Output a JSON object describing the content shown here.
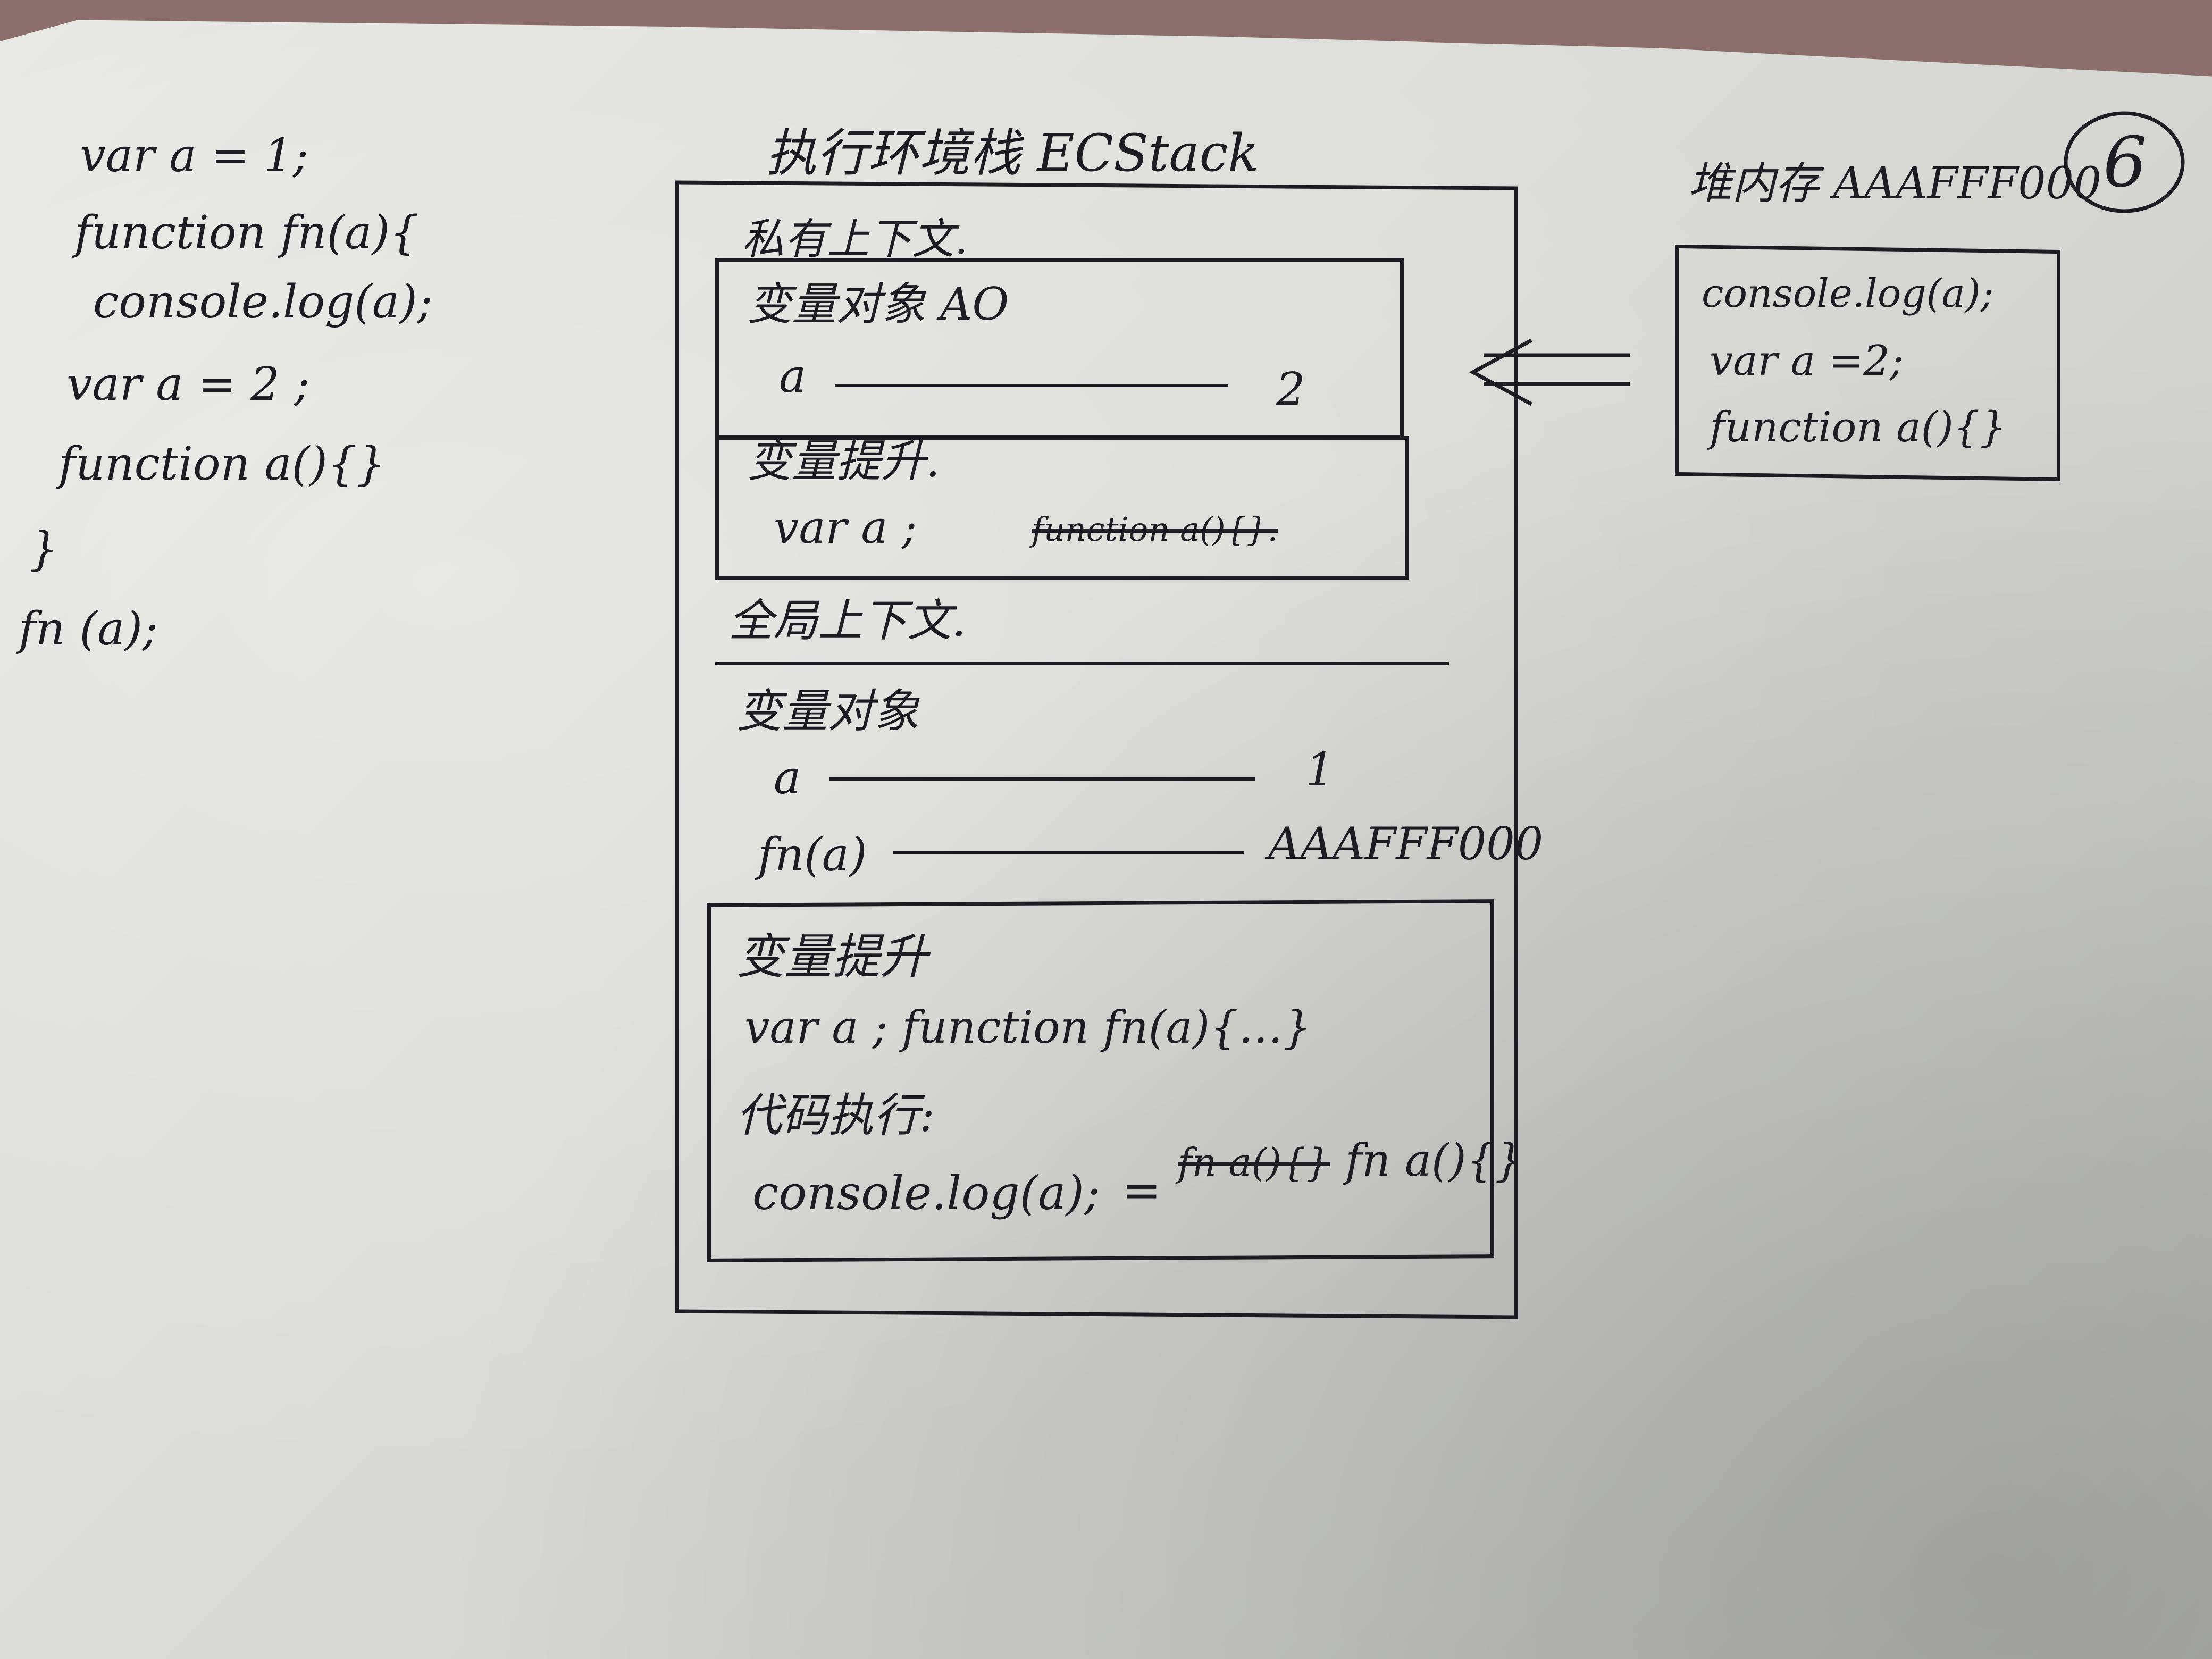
{
  "code": {
    "lines": [
      "var a = 1;",
      "function fn(a){",
      "console.log(a);",
      "var a = 2 ;",
      "function a(){}",
      "}",
      "fn (a);"
    ]
  },
  "page_number": "6",
  "ecstack": {
    "title": "执行环境栈 ECStack",
    "private_context": {
      "label": "私有上下文.",
      "variable_object": {
        "label": "变量对象 AO",
        "entries": [
          {
            "name": "a",
            "value": "2"
          }
        ]
      },
      "hoisting": {
        "label": "变量提升.",
        "var_decl": "var a ;",
        "struck_text": "function a(){}."
      }
    },
    "global_context": {
      "label": "全局上下文.",
      "variable_object": {
        "label": "变量对象",
        "entries": [
          {
            "name": "a",
            "value": "1"
          },
          {
            "name": "fn(a)",
            "value": "AAAFFF000"
          }
        ]
      },
      "hoisting": {
        "label": "变量提升",
        "line": "var a ; function fn(a){…}"
      },
      "execution": {
        "label": "代码执行:",
        "code": "console.log(a);",
        "arrow": "=",
        "struck_text": "fn a(){}",
        "result": "fn a(){}"
      }
    }
  },
  "heap": {
    "title": "堆内存 AAAFFF000",
    "lines": [
      "console.log(a);",
      "var a =2;",
      "function a(){}"
    ]
  },
  "colors": {
    "ink": "#1c1c22",
    "paper": "#dcdcd8",
    "background": "#8a6f6c"
  }
}
